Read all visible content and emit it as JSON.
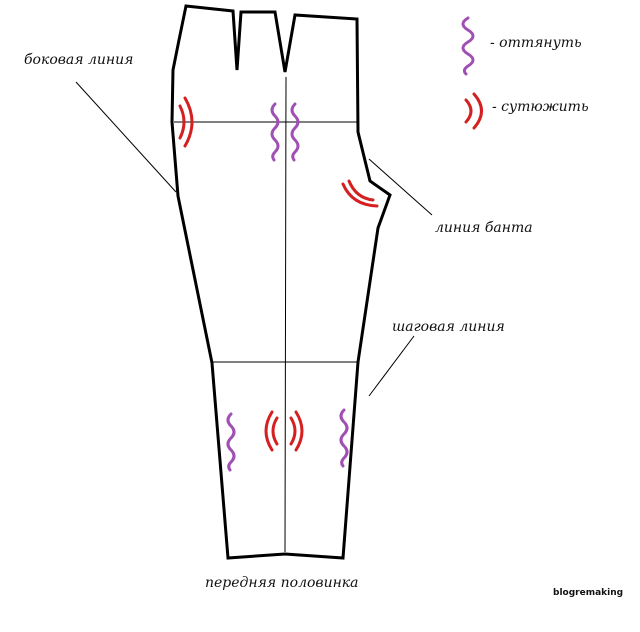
{
  "legend": {
    "stretch": {
      "text": "- оттянуть",
      "symbol": "wavy-line-icon",
      "color": "#a050b4"
    },
    "shrink": {
      "text": "- сутюжить",
      "symbol": "arcs-icon",
      "color": "#d42020"
    }
  },
  "labels": {
    "side_line": "боковая линия",
    "fly_line": "линия банта",
    "inseam_line": "шаговая линия",
    "caption": "передняя половинка"
  },
  "watermark": "blogremaking",
  "colors": {
    "outline": "#000000",
    "stretch": "#a050b4",
    "shrink": "#d42020"
  }
}
